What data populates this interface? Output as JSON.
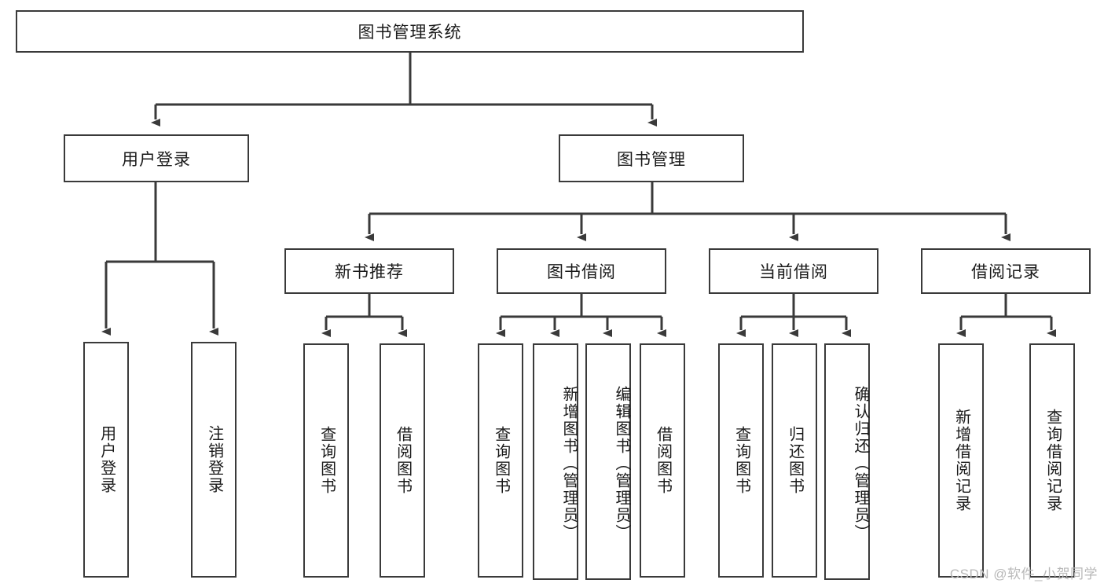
{
  "diagram": {
    "type": "tree-hierarchy",
    "root": {
      "id": "root",
      "label": "图书管理系统"
    },
    "level2": [
      {
        "id": "user-login",
        "label": "用户登录"
      },
      {
        "id": "book-management",
        "label": "图书管理"
      }
    ],
    "level3": [
      {
        "id": "new-book-recommend",
        "label": "新书推荐",
        "parent": "book-management"
      },
      {
        "id": "book-borrow",
        "label": "图书借阅",
        "parent": "book-management"
      },
      {
        "id": "current-borrow",
        "label": "当前借阅",
        "parent": "book-management"
      },
      {
        "id": "borrow-record",
        "label": "借阅记录",
        "parent": "book-management"
      }
    ],
    "leaves": [
      {
        "id": "leaf-user-login",
        "label": "用户登录",
        "parent": "user-login"
      },
      {
        "id": "leaf-user-logout",
        "label": "注销登录",
        "parent": "user-login"
      },
      {
        "id": "leaf-query-book-1",
        "label": "查询图书",
        "parent": "new-book-recommend"
      },
      {
        "id": "leaf-borrow-book-1",
        "label": "借阅图书",
        "parent": "new-book-recommend"
      },
      {
        "id": "leaf-query-book-2",
        "label": "查询图书",
        "parent": "book-borrow"
      },
      {
        "id": "leaf-add-book",
        "label": "新增图书（管理员）",
        "parent": "book-borrow"
      },
      {
        "id": "leaf-edit-book",
        "label": "编辑图书（管理员）",
        "parent": "book-borrow"
      },
      {
        "id": "leaf-borrow-book-2",
        "label": "借阅图书",
        "parent": "book-borrow"
      },
      {
        "id": "leaf-query-book-3",
        "label": "查询图书",
        "parent": "current-borrow"
      },
      {
        "id": "leaf-return-book",
        "label": "归还图书",
        "parent": "current-borrow"
      },
      {
        "id": "leaf-confirm-return",
        "label": "确认归还（管理员）",
        "parent": "current-borrow"
      },
      {
        "id": "leaf-add-record",
        "label": "新增借阅记录",
        "parent": "borrow-record"
      },
      {
        "id": "leaf-query-record",
        "label": "查询借阅记录",
        "parent": "borrow-record"
      }
    ],
    "watermark": "CSDN @软件_小贺同学",
    "colors": {
      "stroke": "#3a3a3a",
      "text": "#1a1a1a",
      "background": "#ffffff",
      "watermark": "#b8b8b8"
    }
  }
}
